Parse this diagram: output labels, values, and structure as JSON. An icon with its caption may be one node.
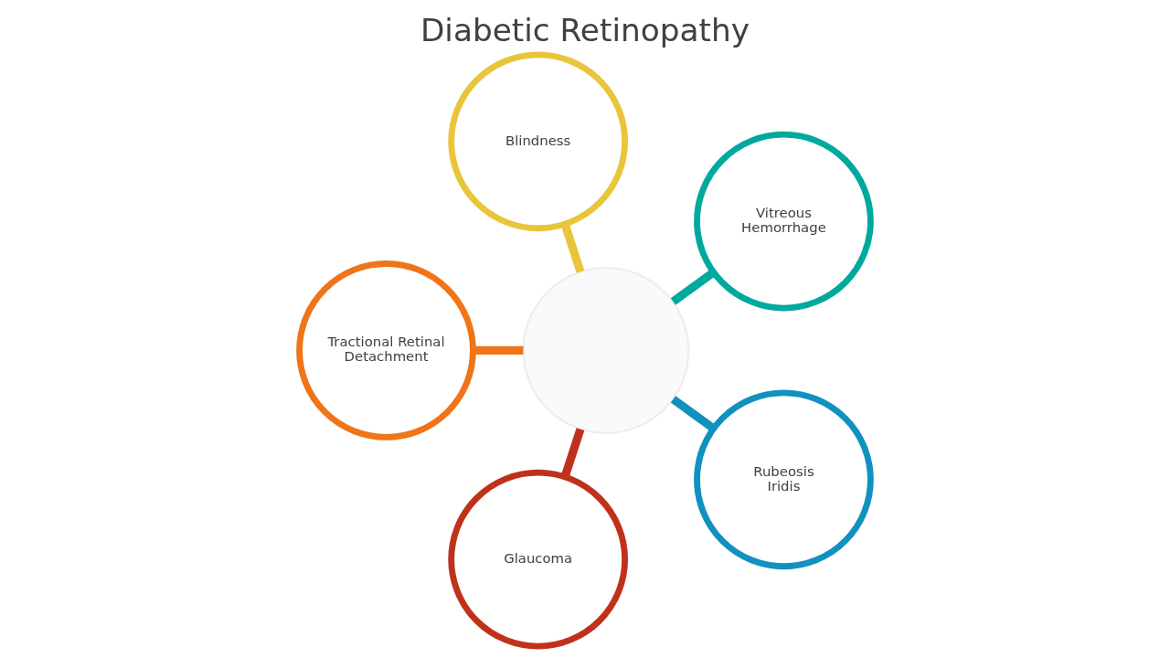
{
  "diagram": {
    "title": "Diabetic Retinopathy",
    "nodes": [
      {
        "text": [],
        "shape": "circle"
      },
      {
        "text": [
          "Vitreous Hemorrhage"
        ]
      },
      {
        "text": [
          "Blindness"
        ]
      },
      {
        "text": [
          "Tractional Retinal Detachment"
        ]
      },
      {
        "text": [
          "Glaucoma"
        ]
      },
      {
        "text": [
          "Rubeosis Iridis"
        ]
      }
    ],
    "edges": [
      {
        "from": 0,
        "to": 1,
        "arrow": "none",
        "color": "#00a99d"
      },
      {
        "from": 0,
        "to": 2,
        "arrow": "none",
        "color": "#e8c53a"
      },
      {
        "from": 0,
        "to": 3,
        "arrow": "none",
        "color": "#f07418"
      },
      {
        "from": 0,
        "to": 4,
        "arrow": "none",
        "color": "#c0311c"
      },
      {
        "from": 0,
        "to": 5,
        "arrow": "none",
        "color": "#1191bf"
      }
    ]
  }
}
